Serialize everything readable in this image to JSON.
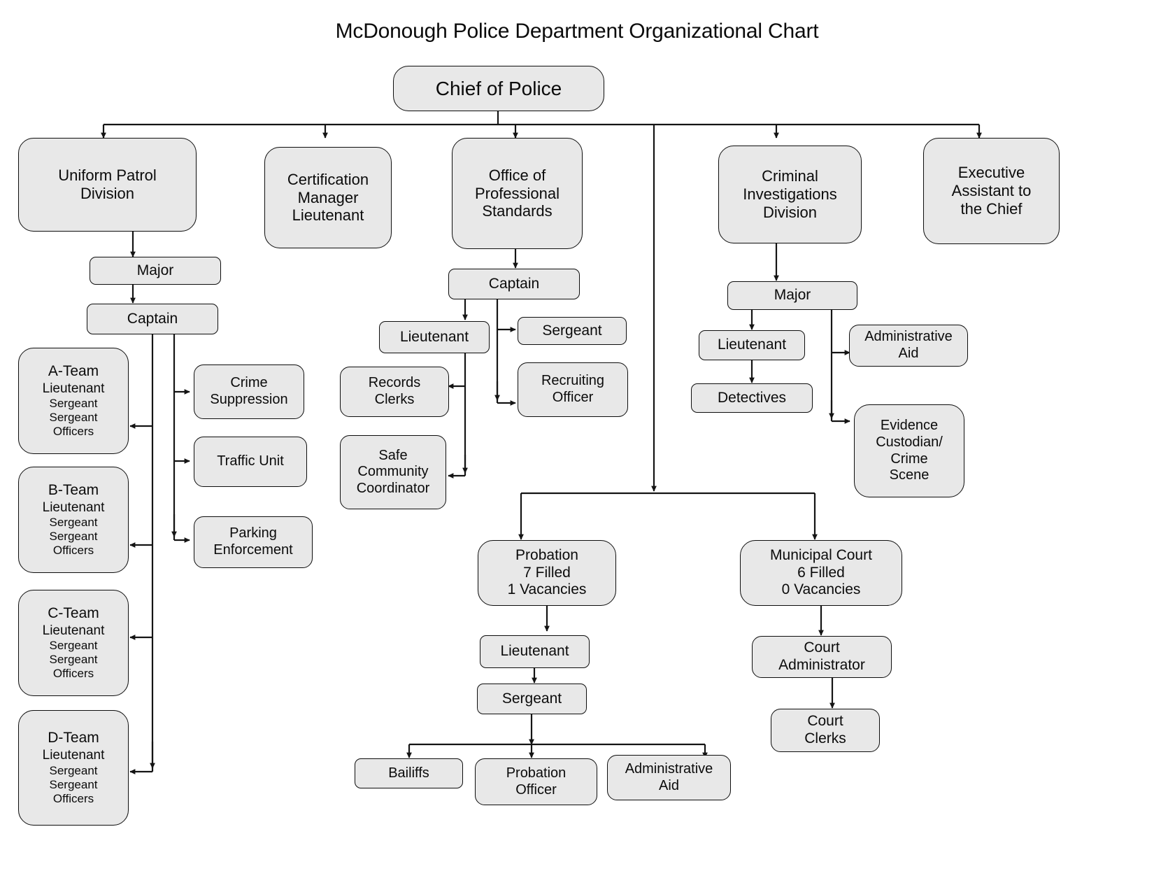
{
  "title": "McDonough Police Department Organizational Chart",
  "theme": {
    "node_fill": "#e8e8e8",
    "node_stroke": "#0d0d0d",
    "edge_color": "#141414",
    "page_background": "#ffffff",
    "text_color": "#0b0b0b"
  },
  "chart_data": {
    "type": "diagram",
    "subtype": "organizational-chart",
    "title": "McDonough Police Department Organizational Chart",
    "root": "Chief of Police",
    "nodes": [
      {
        "id": "chief",
        "lines": [
          "Chief of Police"
        ]
      },
      {
        "id": "uniform-patrol-division",
        "lines": [
          "Uniform Patrol",
          "Division"
        ]
      },
      {
        "id": "certification-manager",
        "lines": [
          "Certification",
          "Manager",
          "Lieutenant"
        ]
      },
      {
        "id": "office-professional-standards",
        "lines": [
          "Office of",
          "Professional",
          "Standards"
        ]
      },
      {
        "id": "criminal-investigations-division",
        "lines": [
          "Criminal",
          "Investigations",
          "Division"
        ]
      },
      {
        "id": "executive-assistant",
        "lines": [
          "Executive",
          "Assistant to",
          "the Chief"
        ]
      },
      {
        "id": "upd-major",
        "lines": [
          "Major"
        ]
      },
      {
        "id": "upd-captain",
        "lines": [
          "Captain"
        ]
      },
      {
        "id": "a-team",
        "lines": [
          "A-Team",
          "Lieutenant",
          "Sergeant",
          "Sergeant",
          "Officers"
        ]
      },
      {
        "id": "b-team",
        "lines": [
          "B-Team",
          "Lieutenant",
          "Sergeant",
          "Sergeant",
          "Officers"
        ]
      },
      {
        "id": "c-team",
        "lines": [
          "C-Team",
          "Lieutenant",
          "Sergeant",
          "Sergeant",
          "Officers"
        ]
      },
      {
        "id": "d-team",
        "lines": [
          "D-Team",
          "Lieutenant",
          "Sergeant",
          "Sergeant",
          "Officers"
        ]
      },
      {
        "id": "crime-suppression",
        "lines": [
          "Crime",
          "Suppression"
        ]
      },
      {
        "id": "traffic-unit",
        "lines": [
          "Traffic Unit"
        ]
      },
      {
        "id": "parking-enforcement",
        "lines": [
          "Parking",
          "Enforcement"
        ]
      },
      {
        "id": "ops-captain",
        "lines": [
          "Captain"
        ]
      },
      {
        "id": "ops-lieutenant",
        "lines": [
          "Lieutenant"
        ]
      },
      {
        "id": "ops-sergeant",
        "lines": [
          "Sergeant"
        ]
      },
      {
        "id": "recruiting-officer",
        "lines": [
          "Recruiting",
          "Officer"
        ]
      },
      {
        "id": "records-clerks",
        "lines": [
          "Records",
          "Clerks"
        ]
      },
      {
        "id": "safe-community-coordinator",
        "lines": [
          "Safe",
          "Community",
          "Coordinator"
        ]
      },
      {
        "id": "cid-major",
        "lines": [
          "Major"
        ]
      },
      {
        "id": "cid-lieutenant",
        "lines": [
          "Lieutenant"
        ]
      },
      {
        "id": "detectives",
        "lines": [
          "Detectives"
        ]
      },
      {
        "id": "cid-administrative-aid",
        "lines": [
          "Administrative",
          "Aid"
        ]
      },
      {
        "id": "evidence-custodian",
        "lines": [
          "Evidence",
          "Custodian/",
          "Crime",
          "Scene"
        ]
      },
      {
        "id": "probation",
        "lines": [
          "Probation",
          "7 Filled",
          "1 Vacancies"
        ]
      },
      {
        "id": "municipal-court",
        "lines": [
          "Municipal Court",
          "6 Filled",
          "0 Vacancies"
        ]
      },
      {
        "id": "probation-lieutenant",
        "lines": [
          "Lieutenant"
        ]
      },
      {
        "id": "probation-sergeant",
        "lines": [
          "Sergeant"
        ]
      },
      {
        "id": "bailiffs",
        "lines": [
          "Bailiffs"
        ]
      },
      {
        "id": "probation-officer",
        "lines": [
          "Probation",
          "Officer"
        ]
      },
      {
        "id": "probation-administrative-aid",
        "lines": [
          "Administrative",
          "Aid"
        ]
      },
      {
        "id": "court-administrator",
        "lines": [
          "Court",
          "Administrator"
        ]
      },
      {
        "id": "court-clerks",
        "lines": [
          "Court",
          "Clerks"
        ]
      }
    ],
    "edges": [
      [
        "chief",
        "uniform-patrol-division"
      ],
      [
        "chief",
        "certification-manager"
      ],
      [
        "chief",
        "office-professional-standards"
      ],
      [
        "chief",
        "criminal-investigations-division"
      ],
      [
        "chief",
        "executive-assistant"
      ],
      [
        "chief",
        "probation"
      ],
      [
        "chief",
        "municipal-court"
      ],
      [
        "uniform-patrol-division",
        "upd-major"
      ],
      [
        "upd-major",
        "upd-captain"
      ],
      [
        "upd-captain",
        "a-team"
      ],
      [
        "upd-captain",
        "b-team"
      ],
      [
        "upd-captain",
        "c-team"
      ],
      [
        "upd-captain",
        "d-team"
      ],
      [
        "upd-captain",
        "crime-suppression"
      ],
      [
        "upd-captain",
        "traffic-unit"
      ],
      [
        "upd-captain",
        "parking-enforcement"
      ],
      [
        "office-professional-standards",
        "ops-captain"
      ],
      [
        "ops-captain",
        "ops-lieutenant"
      ],
      [
        "ops-captain",
        "ops-sergeant"
      ],
      [
        "ops-captain",
        "recruiting-officer"
      ],
      [
        "ops-lieutenant",
        "records-clerks"
      ],
      [
        "ops-lieutenant",
        "safe-community-coordinator"
      ],
      [
        "criminal-investigations-division",
        "cid-major"
      ],
      [
        "cid-major",
        "cid-lieutenant"
      ],
      [
        "cid-major",
        "cid-administrative-aid"
      ],
      [
        "cid-major",
        "evidence-custodian"
      ],
      [
        "cid-lieutenant",
        "detectives"
      ],
      [
        "probation",
        "probation-lieutenant"
      ],
      [
        "probation-lieutenant",
        "probation-sergeant"
      ],
      [
        "probation-sergeant",
        "bailiffs"
      ],
      [
        "probation-sergeant",
        "probation-officer"
      ],
      [
        "probation-sergeant",
        "probation-administrative-aid"
      ],
      [
        "municipal-court",
        "court-administrator"
      ],
      [
        "court-administrator",
        "court-clerks"
      ]
    ]
  },
  "nodes": {
    "chief": {
      "l0": "Chief of Police"
    },
    "uniform_patrol_division": {
      "l0": "Uniform Patrol",
      "l1": "Division"
    },
    "certification_manager": {
      "l0": "Certification",
      "l1": "Manager",
      "l2": "Lieutenant"
    },
    "office_professional_standards": {
      "l0": "Office of",
      "l1": "Professional",
      "l2": "Standards"
    },
    "criminal_investigations_division": {
      "l0": "Criminal",
      "l1": "Investigations",
      "l2": "Division"
    },
    "executive_assistant": {
      "l0": "Executive",
      "l1": "Assistant to",
      "l2": "the Chief"
    },
    "upd_major": {
      "l0": "Major"
    },
    "upd_captain": {
      "l0": "Captain"
    },
    "a_team": {
      "l0": "A-Team",
      "l1": "Lieutenant",
      "l2": "Sergeant",
      "l3": "Sergeant",
      "l4": "Officers"
    },
    "b_team": {
      "l0": "B-Team",
      "l1": "Lieutenant",
      "l2": "Sergeant",
      "l3": "Sergeant",
      "l4": "Officers"
    },
    "c_team": {
      "l0": "C-Team",
      "l1": "Lieutenant",
      "l2": "Sergeant",
      "l3": "Sergeant",
      "l4": "Officers"
    },
    "d_team": {
      "l0": "D-Team",
      "l1": "Lieutenant",
      "l2": "Sergeant",
      "l3": "Sergeant",
      "l4": "Officers"
    },
    "crime_suppression": {
      "l0": "Crime",
      "l1": "Suppression"
    },
    "traffic_unit": {
      "l0": "Traffic Unit"
    },
    "parking_enforcement": {
      "l0": "Parking",
      "l1": "Enforcement"
    },
    "ops_captain": {
      "l0": "Captain"
    },
    "ops_lieutenant": {
      "l0": "Lieutenant"
    },
    "ops_sergeant": {
      "l0": "Sergeant"
    },
    "recruiting_officer": {
      "l0": "Recruiting",
      "l1": "Officer"
    },
    "records_clerks": {
      "l0": "Records",
      "l1": "Clerks"
    },
    "safe_community_coordinator": {
      "l0": "Safe",
      "l1": "Community",
      "l2": "Coordinator"
    },
    "cid_major": {
      "l0": "Major"
    },
    "cid_lieutenant": {
      "l0": "Lieutenant"
    },
    "detectives": {
      "l0": "Detectives"
    },
    "cid_administrative_aid": {
      "l0": "Administrative",
      "l1": "Aid"
    },
    "evidence_custodian": {
      "l0": "Evidence",
      "l1": "Custodian/",
      "l2": "Crime",
      "l3": "Scene"
    },
    "probation": {
      "l0": "Probation",
      "l1": "7 Filled",
      "l2": "1 Vacancies"
    },
    "municipal_court": {
      "l0": "Municipal Court",
      "l1": "6 Filled",
      "l2": "0 Vacancies"
    },
    "probation_lieutenant": {
      "l0": "Lieutenant"
    },
    "probation_sergeant": {
      "l0": "Sergeant"
    },
    "bailiffs": {
      "l0": "Bailiffs"
    },
    "probation_officer": {
      "l0": "Probation",
      "l1": "Officer"
    },
    "probation_administrative_aid": {
      "l0": "Administrative",
      "l1": "Aid"
    },
    "court_administrator": {
      "l0": "Court",
      "l1": "Administrator"
    },
    "court_clerks": {
      "l0": "Court",
      "l1": "Clerks"
    }
  }
}
